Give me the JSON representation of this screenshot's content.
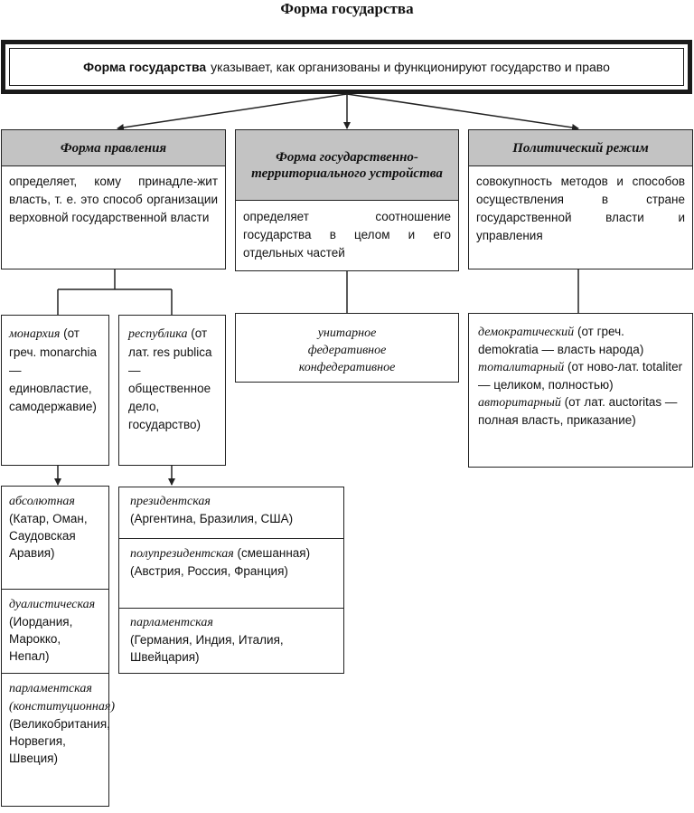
{
  "title": "Форма государства",
  "main": {
    "bold": "Форма государства",
    "rest": "указывает, как организованы и функционируют государство и право"
  },
  "columns": {
    "government": {
      "header": "Форма правления",
      "text": "определяет, кому принадле-жит власть, т. е. это способ организации верховной государственной власти"
    },
    "territorial": {
      "header": "Форма государственно-территориального устройства",
      "text": "определяет соотношение государства в целом и его отдельных частей"
    },
    "regime": {
      "header": "Политический режим",
      "text": "совокупность методов и способов осуществления в стране государственной власти и управления"
    }
  },
  "monarchy": {
    "name": "монархия",
    "text": "(от греч. monarchia — единовластие, самодержавие)"
  },
  "republic": {
    "name": "республика",
    "text": "(от лат. res publica — общественное дело, государство)"
  },
  "territorial_types": [
    "унитарное",
    "федеративное",
    "конфедеративное"
  ],
  "regimes": [
    {
      "name": "демократический",
      "text": "(от греч. demokratia — власть народа)"
    },
    {
      "name": "тоталитарный",
      "text": "(от ново-лат. totaliter — целиком, полностью)"
    },
    {
      "name": "авторитарный",
      "text": "(от лат. auctoritas — полная власть, приказание)"
    }
  ],
  "monarchy_types": [
    {
      "name": "абсолютная",
      "text": "(Катар, Оман, Саудовская Аравия)"
    },
    {
      "name": "дуалистическая",
      "text": "(Иордания, Марокко, Непал)"
    },
    {
      "name": "парламентская (конституционная)",
      "text": "(Великобритания, Норвегия, Швеция)"
    }
  ],
  "republic_types": [
    {
      "name": "президентская",
      "text": "(Аргентина, Бразилия, США)"
    },
    {
      "name": "полупрезидентская",
      "text": "(смешанная) (Австрия, Россия, Франция)"
    },
    {
      "name": "парламентская",
      "text": "(Германия, Индия, Италия, Швейцария)"
    }
  ]
}
